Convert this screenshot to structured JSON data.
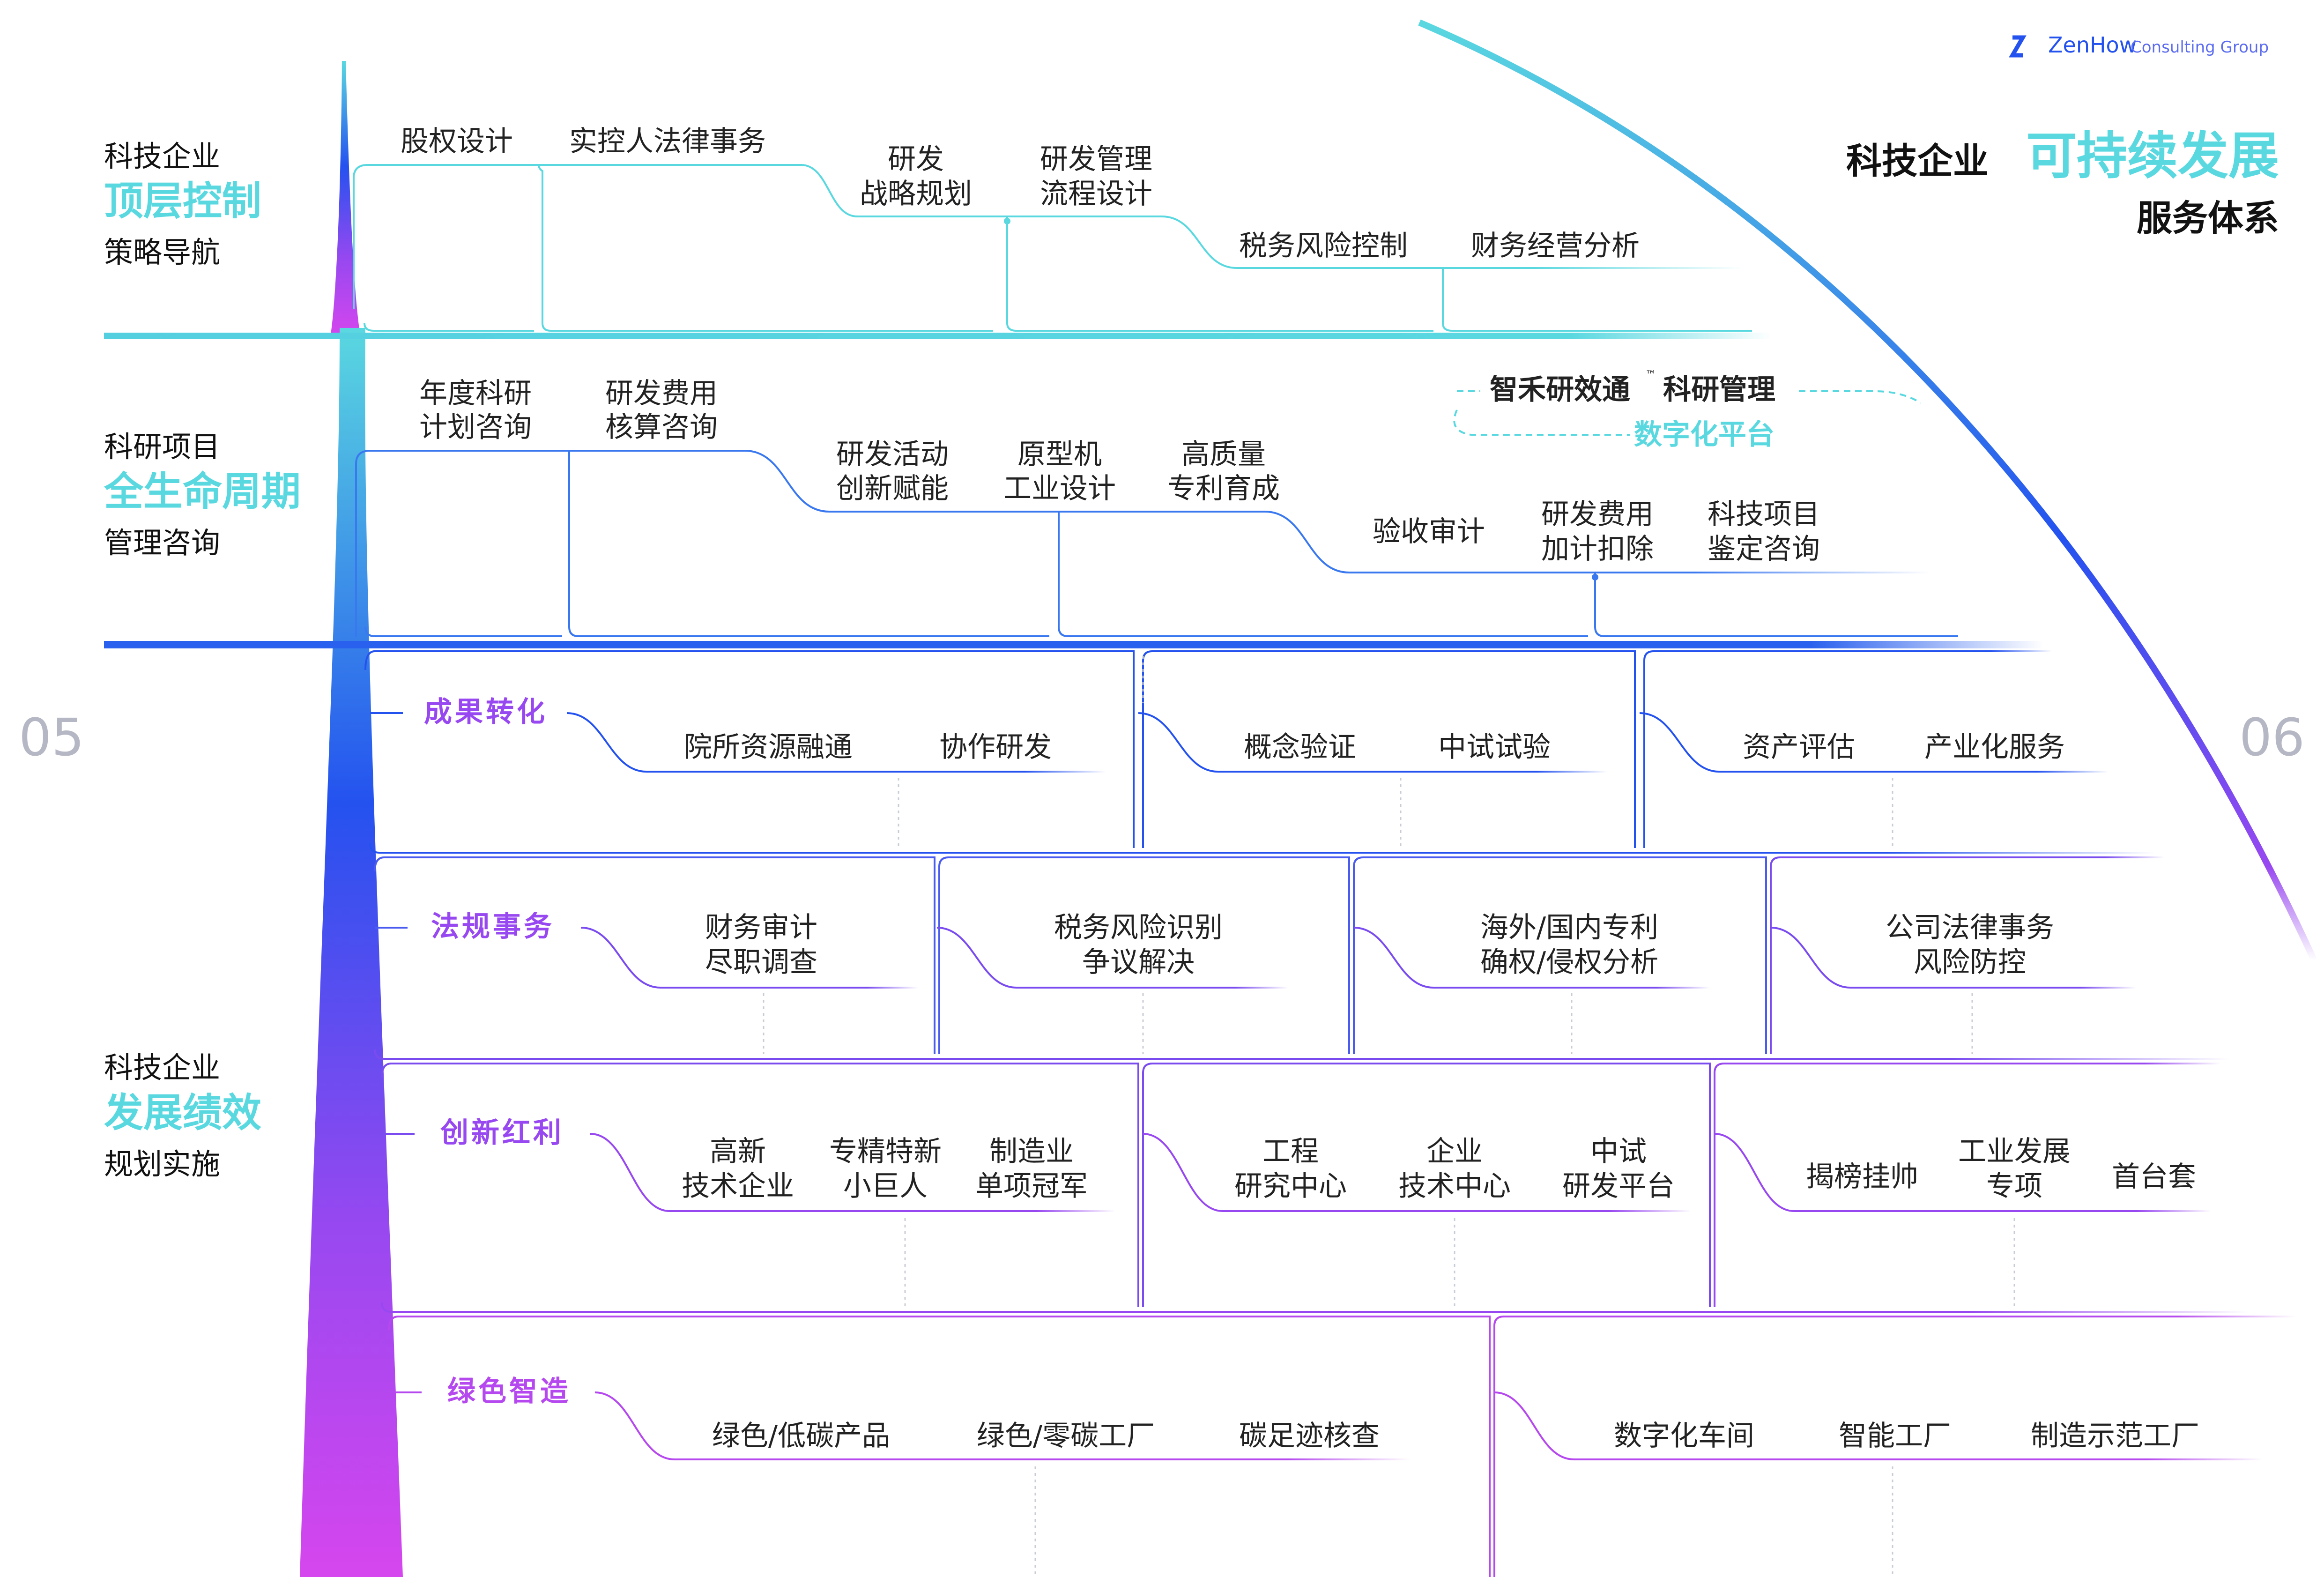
{
  "brand": {
    "logo_text": "ZenHow",
    "logo_sub": "Consulting Group"
  },
  "header": {
    "title_prefix": "科技企业",
    "title_highlight": "可持续发展",
    "title_suffix": "服务体系"
  },
  "page_numbers": {
    "left": "05",
    "right": "06"
  },
  "colors": {
    "cyan": "#5ad8e0",
    "blue": "#2452ef",
    "purple": "#9848f0",
    "magenta": "#d646ee",
    "text": "#222222",
    "gray": "#c8ccd6"
  },
  "sections": [
    {
      "line1": "科技企业",
      "line2": "顶层控制",
      "line3": "策略导航"
    },
    {
      "line1": "科研项目",
      "line2": "全生命周期",
      "line3": "管理咨询"
    },
    {
      "line1": "科技企业",
      "line2": "发展绩效",
      "line3": "规划实施"
    }
  ],
  "top_items": [
    [
      "股权设计"
    ],
    [
      "实控人法律事务"
    ],
    [
      "研发",
      "战略规划"
    ],
    [
      "研发管理",
      "流程设计"
    ],
    [
      "税务风险控制"
    ],
    [
      "财务经营分析"
    ]
  ],
  "mid_items": [
    [
      "年度科研",
      "计划咨询"
    ],
    [
      "研发费用",
      "核算咨询"
    ],
    [
      "研发活动",
      "创新赋能"
    ],
    [
      "原型机",
      "工业设计"
    ],
    [
      "高质量",
      "专利育成"
    ],
    [
      "验收审计"
    ],
    [
      "研发费用",
      "加计扣除"
    ],
    [
      "科技项目",
      "鉴定咨询"
    ]
  ],
  "platform": {
    "name": "智禾研效通",
    "tm": "™",
    "suffix": "科研管理",
    "sub": "数字化平台"
  },
  "perf": [
    {
      "label": "成果转化",
      "items": [
        [
          "院所资源融通"
        ],
        [
          "协作研发"
        ],
        [
          "概念验证"
        ],
        [
          "中试试验"
        ],
        [
          "资产评估"
        ],
        [
          "产业化服务"
        ]
      ]
    },
    {
      "label": "法规事务",
      "items": [
        [
          "财务审计",
          "尽职调查"
        ],
        [
          "税务风险识别",
          "争议解决"
        ],
        [
          "海外/国内专利",
          "确权/侵权分析"
        ],
        [
          "公司法律事务",
          "风险防控"
        ]
      ]
    },
    {
      "label": "创新红利",
      "items": [
        [
          "高新",
          "技术企业"
        ],
        [
          "专精特新",
          "小巨人"
        ],
        [
          "制造业",
          "单项冠军"
        ],
        [
          "工程",
          "研究中心"
        ],
        [
          "企业",
          "技术中心"
        ],
        [
          "中试",
          "研发平台"
        ],
        [
          "揭榜挂帅"
        ],
        [
          "工业发展",
          "专项"
        ],
        [
          "首台套"
        ]
      ]
    },
    {
      "label": "绿色智造",
      "items": [
        [
          "绿色/低碳产品"
        ],
        [
          "绿色/零碳工厂"
        ],
        [
          "碳足迹核查"
        ],
        [
          "数字化车间"
        ],
        [
          "智能工厂"
        ],
        [
          "制造示范工厂"
        ]
      ]
    }
  ]
}
